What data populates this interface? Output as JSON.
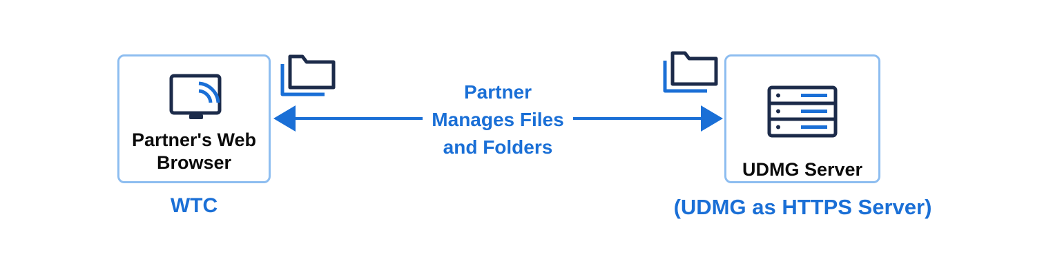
{
  "nodes": {
    "browser": {
      "title": "Partner's Web\nBrowser",
      "icon": "monitor-cast-icon",
      "caption": "WTC"
    },
    "server": {
      "title": "UDMG Server",
      "icon": "server-rack-icon",
      "caption": "(UDMG as HTTPS Server)"
    }
  },
  "connection": {
    "label_lines": [
      "Partner",
      "Manages Files",
      "and Folders"
    ],
    "direction": "bidirectional"
  },
  "decorations": {
    "left_folder_icon": "folders-icon",
    "right_folder_icon": "folders-icon"
  },
  "colors": {
    "accent": "#1a6fd6",
    "box_border": "#8dbdf0",
    "icon_dark": "#1c2b4a",
    "text_dark": "#0b0b0b"
  }
}
